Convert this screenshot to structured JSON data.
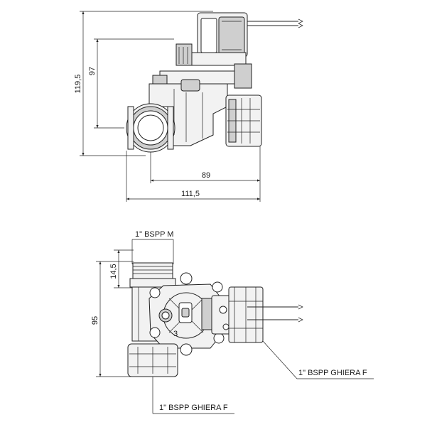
{
  "top_view": {
    "dims": {
      "overall_height": "119,5",
      "body_height": "97",
      "width_89": "89",
      "overall_width": "111,5"
    }
  },
  "bottom_view": {
    "dims": {
      "thread_length": "14,5",
      "height": "95"
    },
    "labels": {
      "inlet_thread": "1\" BSPP M",
      "outlet_ring_right": "1\" BSPP GHIERA F",
      "outlet_ring_bottom": "1\" BSPP GHIERA F"
    },
    "embossed": {
      "number_3": "3"
    }
  }
}
